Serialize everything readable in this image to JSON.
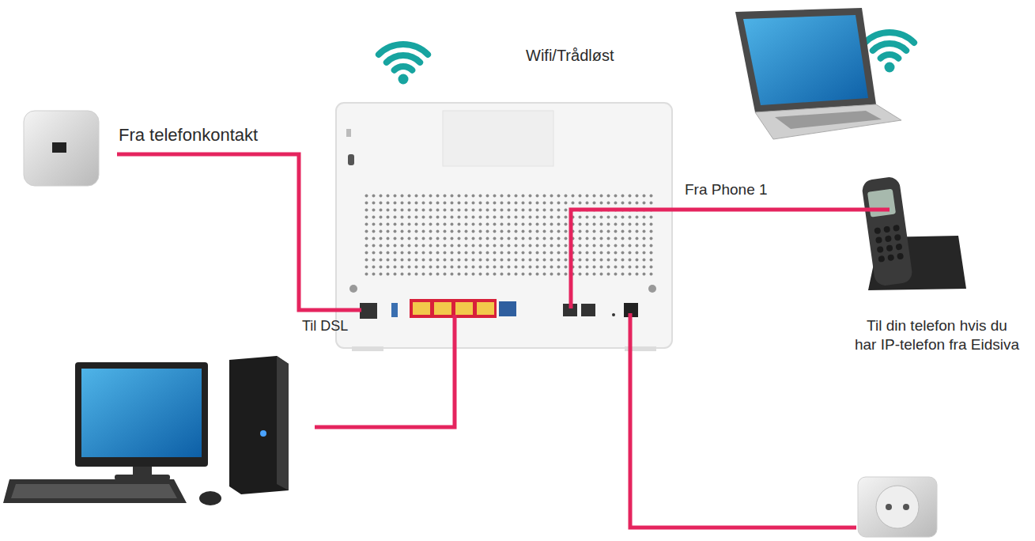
{
  "diagram": {
    "labels": [
      "Wifi/Trådløst",
      "Fra telefonkontakt",
      "Fra Phone 1",
      "Til DSL",
      "Til din telefon hvis du har IP-telefon fra Eidsiva"
    ]
  }
}
